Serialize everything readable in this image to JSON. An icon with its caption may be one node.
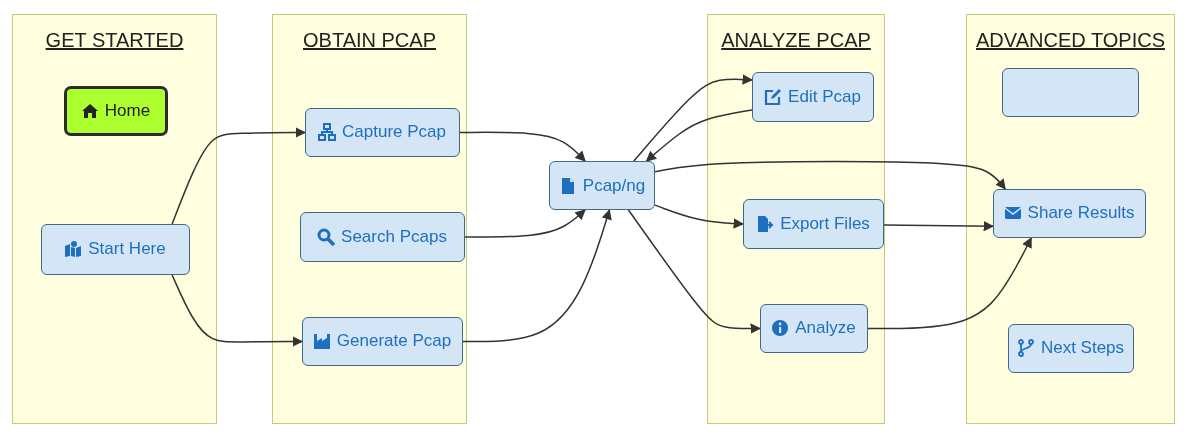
{
  "diagram": {
    "nodes": [
      {
        "text": [
          "GET STARTED"
        ]
      },
      {
        "text": [
          "Home"
        ],
        "in": 0
      },
      {
        "text": [
          "Start Here"
        ],
        "in": 0
      },
      {
        "text": [
          "OBTAIN PCAP"
        ]
      },
      {
        "text": [
          "Capture Pcap"
        ],
        "in": 3
      },
      {
        "text": [
          "Search Pcaps"
        ],
        "in": 3
      },
      {
        "text": [
          "Generate Pcap"
        ],
        "in": 3
      },
      {
        "text": [
          "Pcap/ng"
        ]
      },
      {
        "text": [
          "ANALYZE PCAP"
        ]
      },
      {
        "text": [
          "Edit Pcap"
        ],
        "in": 8
      },
      {
        "text": [
          "Export Files"
        ],
        "in": 8
      },
      {
        "text": [
          "Analyze"
        ],
        "in": 8
      },
      {
        "text": [
          "ADVANCED TOPICS"
        ]
      },
      {
        "text": [],
        "shape": "box",
        "in": 12
      },
      {
        "text": [
          "Share Results"
        ],
        "in": 12
      },
      {
        "text": [
          "Next Steps"
        ],
        "in": 12
      }
    ],
    "edges": [
      {
        "from": 2,
        "to": 4,
        "arrow": "to"
      },
      {
        "from": 2,
        "to": 6,
        "arrow": "to"
      },
      {
        "from": 4,
        "to": 7,
        "arrow": "to"
      },
      {
        "from": 5,
        "to": 7,
        "arrow": "to"
      },
      {
        "from": 6,
        "to": 7,
        "arrow": "to"
      },
      {
        "from": 7,
        "to": 9,
        "arrow": "to"
      },
      {
        "from": 9,
        "to": 7,
        "arrow": "to"
      },
      {
        "from": 7,
        "to": 14,
        "arrow": "to"
      },
      {
        "from": 7,
        "to": 10,
        "arrow": "to"
      },
      {
        "from": 7,
        "to": 11,
        "arrow": "to"
      },
      {
        "from": 10,
        "to": 14,
        "arrow": "to"
      },
      {
        "from": 11,
        "to": 14,
        "arrow": "to"
      }
    ]
  }
}
